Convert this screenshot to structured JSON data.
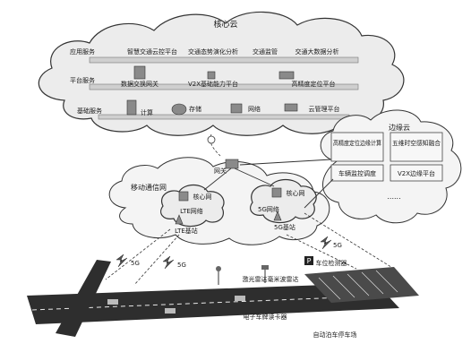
{
  "core_cloud": {
    "title": "核心云",
    "rows": {
      "application": {
        "label": "应用服务",
        "items": [
          "智慧交通云控平台",
          "交通态势演化分析",
          "交通监管",
          "交通大数据分析"
        ]
      },
      "platform": {
        "label": "平台服务",
        "items": [
          "数据交换网关",
          "V2X基础能力平台",
          "高精度定位平台"
        ]
      },
      "infrastructure": {
        "label": "基础服务",
        "items": [
          "计算",
          "存储",
          "网络",
          "云管理平台"
        ]
      }
    }
  },
  "edge_cloud": {
    "title": "边缘云",
    "items": [
      "高精度定位边缘计算",
      "五维时空感知融合",
      "车辆监控调度",
      "V2X边缘平台",
      "......"
    ]
  },
  "network": {
    "gateway": "网关",
    "mobile_network": "移动通信网",
    "lte_core": "核心网",
    "lte_network": "LTE网络",
    "lte_station": "LTE基站",
    "g5_core": "核心网",
    "g5_network": "5G网络",
    "g5_station": "5G基站",
    "links": [
      "5G",
      "5G",
      "5G"
    ]
  },
  "ground": {
    "labels": [
      "电子车牌读卡器",
      "自动泊车停车场",
      "车位检测器",
      "激光雷达毫米波雷达"
    ],
    "parking_sign": "P"
  }
}
